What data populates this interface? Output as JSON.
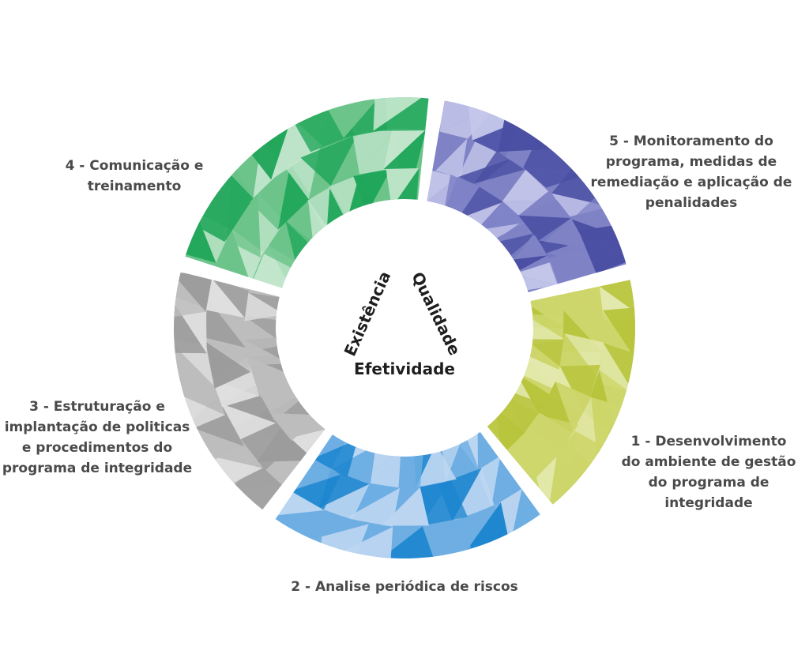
{
  "cycle": {
    "segments": [
      {
        "id": "seg-1",
        "colors": {
          "dark": "#b8c43c",
          "mid": "#cdd66b",
          "light": "#e3e9ae"
        }
      },
      {
        "id": "seg-2",
        "colors": {
          "dark": "#1d86cf",
          "mid": "#6eaee3",
          "light": "#bcd6f1"
        }
      },
      {
        "id": "seg-3",
        "colors": {
          "dark": "#9c9c9c",
          "mid": "#bdbdbd",
          "light": "#e0e0e0"
        }
      },
      {
        "id": "seg-4",
        "colors": {
          "dark": "#20a65a",
          "mid": "#6cc48b",
          "light": "#c2e6cc"
        }
      },
      {
        "id": "seg-5",
        "colors": {
          "dark": "#4b4fa3",
          "mid": "#7f83c6",
          "light": "#c5c7ea"
        }
      }
    ]
  },
  "labels": {
    "step4": [
      "4 - Comunicação e",
      "treinamento"
    ],
    "step5": [
      "5 - Monitoramento do",
      "programa, medidas de",
      "remediação e aplicação de",
      "penalidades"
    ],
    "step3": [
      "3 - Estruturação e",
      "implantação de politicas",
      "e procedimentos do",
      "programa de integridade"
    ],
    "step1": [
      "1 - Desenvolvimento",
      "do ambiente de gestão",
      "do programa de",
      "integridade"
    ],
    "step2": [
      "2 - Analise periódica de riscos"
    ]
  },
  "center": {
    "left": "Existência",
    "right": "Qualidade",
    "bottom": "Efetividade"
  }
}
